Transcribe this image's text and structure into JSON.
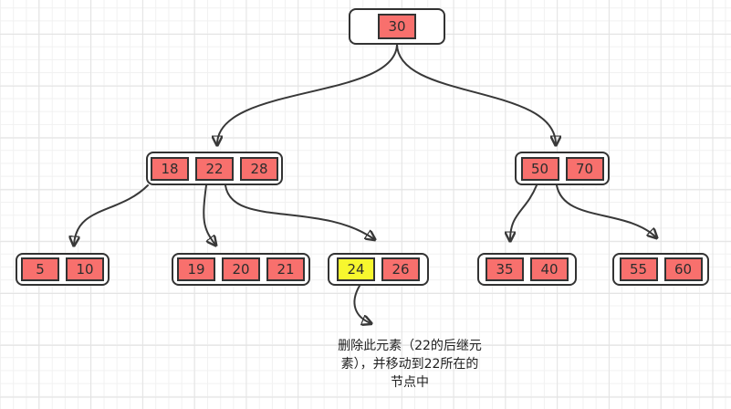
{
  "diagram": {
    "type": "b-tree-delete-operation",
    "colors": {
      "key_fill": "#f8706d",
      "key_highlight_fill": "#f7f72e",
      "shape_border": "#333333",
      "node_fill": "#ffffff",
      "connector": "#383838",
      "grid_minor": "#f1f1f1",
      "grid_major": "#e3e3e3"
    },
    "nodes": [
      {
        "label": "root",
        "keys": [
          "30"
        ]
      },
      {
        "label": "internal-left",
        "keys": [
          "18",
          "22",
          "28"
        ]
      },
      {
        "label": "internal-right",
        "keys": [
          "50",
          "70"
        ]
      },
      {
        "label": "leaf-5-10",
        "keys": [
          "5",
          "10"
        ]
      },
      {
        "label": "leaf-19-20-21",
        "keys": [
          "19",
          "20",
          "21"
        ]
      },
      {
        "label": "leaf-24-26",
        "keys": [
          "24",
          "26"
        ],
        "highlighted_key": "24"
      },
      {
        "label": "leaf-35-40",
        "keys": [
          "35",
          "40"
        ]
      },
      {
        "label": "leaf-55-60",
        "keys": [
          "55",
          "60"
        ]
      }
    ],
    "annotation": {
      "lines": [
        "删除此元素（22的后继元",
        "素），并移动到22所在的",
        "节点中"
      ]
    }
  }
}
